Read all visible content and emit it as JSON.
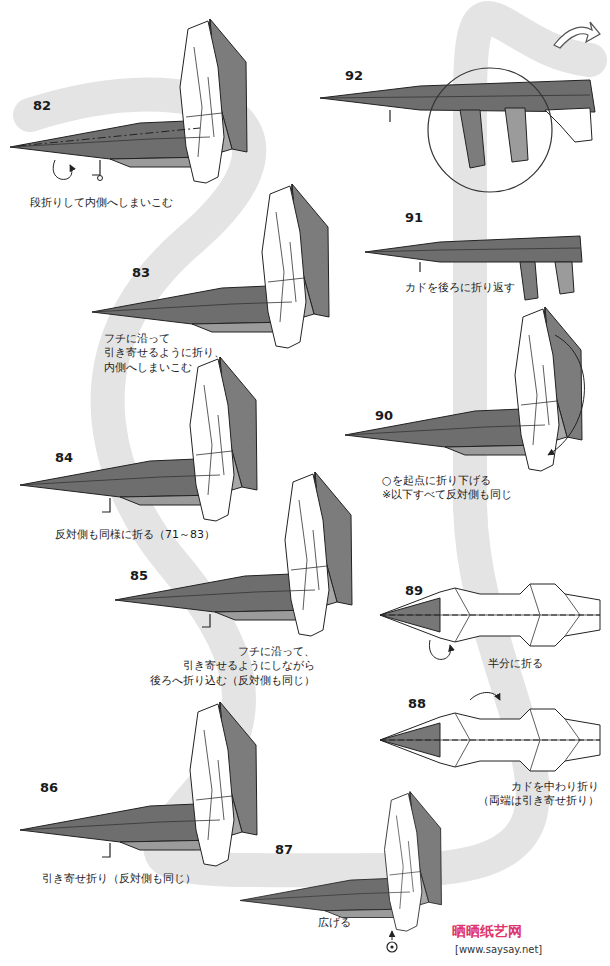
{
  "diagram": {
    "labels": [
      "82",
      "段折りして内側へしまいこむ",
      "83",
      "フチに沿って 引き寄せるように折り、 内側へしまいこむ",
      "84",
      "反対側も同様に折る（71～83）",
      "85",
      "フチに沿って、 引き寄せるようにしながら 後ろへ折り込む（反対側も同じ）",
      "86",
      "引き寄せ折り（反対側も同じ）",
      "87",
      "広げる",
      "88",
      "カドを中わり折り （両端は引き寄せ折り）",
      "89",
      "半分に折る",
      "90",
      "○を起点に折り下げる ※以下すべて反対側も同じ",
      "91",
      "カドを後ろに折り返す",
      "92",
      "晒晒纸艺网",
      "[www.saysay.net]"
    ]
  }
}
